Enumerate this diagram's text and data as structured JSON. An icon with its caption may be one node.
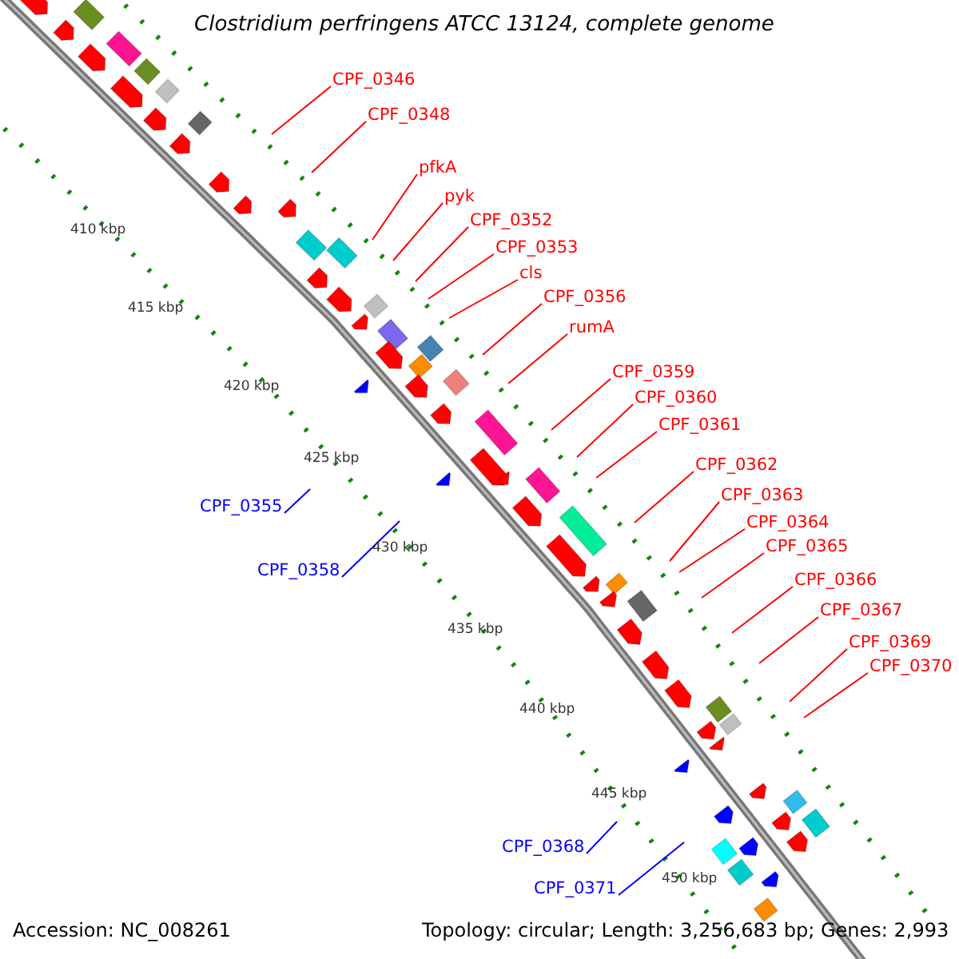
{
  "diagram": {
    "title": "Clostridium perfringens ATCC 13124, complete genome",
    "nodes": [
      {
        "text": [
          "CPF_0346"
        ]
      },
      {
        "text": [
          "CPF_0348"
        ]
      },
      {
        "text": [
          "pfkA"
        ]
      },
      {
        "text": [
          "pyk"
        ]
      },
      {
        "text": [
          "CPF_0352"
        ]
      },
      {
        "text": [
          "CPF_0353"
        ]
      },
      {
        "text": [
          "cls"
        ]
      },
      {
        "text": [
          "CPF_0356"
        ]
      },
      {
        "text": [
          "rumA"
        ]
      },
      {
        "text": [
          "CPF_0359"
        ]
      },
      {
        "text": [
          "CPF_0360"
        ]
      },
      {
        "text": [
          "CPF_0361"
        ]
      },
      {
        "text": [
          "CPF_0362"
        ]
      },
      {
        "text": [
          "CPF_0363"
        ]
      },
      {
        "text": [
          "CPF_0364"
        ]
      },
      {
        "text": [
          "CPF_0365"
        ]
      },
      {
        "text": [
          "CPF_0366"
        ]
      },
      {
        "text": [
          "CPF_0367"
        ]
      },
      {
        "text": [
          "CPF_0369"
        ]
      },
      {
        "text": [
          "CPF_0370"
        ]
      },
      {
        "text": [
          "CPF_0355"
        ]
      },
      {
        "text": [
          "CPF_0358"
        ]
      },
      {
        "text": [
          "CPF_0368"
        ]
      },
      {
        "text": [
          "CPF_0371"
        ]
      }
    ],
    "edges": [
      {
        "from": 0,
        "to": null,
        "arrow": "none"
      },
      {
        "from": 1,
        "to": null,
        "arrow": "none"
      },
      {
        "from": 2,
        "to": null,
        "arrow": "none"
      },
      {
        "from": 3,
        "to": null,
        "arrow": "none"
      },
      {
        "from": 4,
        "to": null,
        "arrow": "none"
      },
      {
        "from": 5,
        "to": null,
        "arrow": "none"
      },
      {
        "from": 6,
        "to": null,
        "arrow": "none"
      },
      {
        "from": 7,
        "to": null,
        "arrow": "none"
      },
      {
        "from": 8,
        "to": null,
        "arrow": "none"
      },
      {
        "from": 9,
        "to": null,
        "arrow": "none"
      },
      {
        "from": 10,
        "to": null,
        "arrow": "none"
      },
      {
        "from": 11,
        "to": null,
        "arrow": "none"
      },
      {
        "from": 12,
        "to": null,
        "arrow": "none"
      },
      {
        "from": 13,
        "to": null,
        "arrow": "none"
      },
      {
        "from": 14,
        "to": null,
        "arrow": "none"
      },
      {
        "from": 15,
        "to": null,
        "arrow": "none"
      },
      {
        "from": 16,
        "to": null,
        "arrow": "none"
      },
      {
        "from": 17,
        "to": null,
        "arrow": "none"
      },
      {
        "from": 18,
        "to": null,
        "arrow": "none"
      },
      {
        "from": 19,
        "to": null,
        "arrow": "none"
      },
      {
        "from": 20,
        "to": null,
        "arrow": "none",
        "color": "#0000ff"
      },
      {
        "from": 21,
        "to": null,
        "arrow": "none",
        "color": "#0000ff"
      },
      {
        "from": 22,
        "to": null,
        "arrow": "none",
        "color": "#0000ff"
      },
      {
        "from": 23,
        "to": null,
        "arrow": "none",
        "color": "#0000ff"
      }
    ],
    "labels": [
      "410 kbp",
      "415 kbp",
      "420 kbp",
      "425 kbp",
      "430 kbp",
      "435 kbp",
      "440 kbp",
      "445 kbp",
      "450 kbp",
      "Accession: NC_008261",
      "Topology: circular; Length: 3,256,683 bp; Genes: 2,993"
    ]
  }
}
